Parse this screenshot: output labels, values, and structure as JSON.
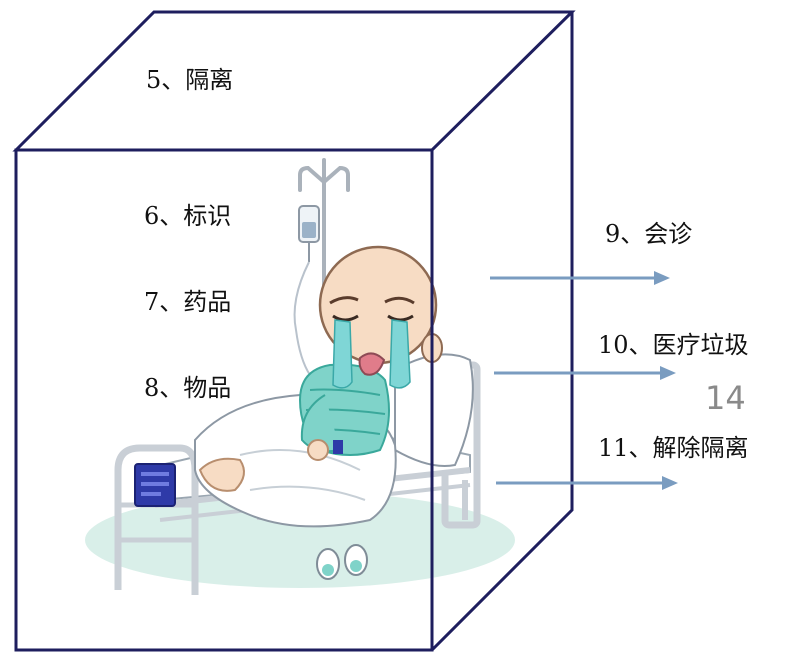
{
  "box_labels": {
    "isolation": "5、隔离",
    "marking": "6、标识",
    "medicine": "7、药品",
    "items": "8、物品"
  },
  "outside_labels": {
    "consultation": "9、会诊",
    "medical_waste": "10、医疗垃圾",
    "release_isolation": "11、解除隔离"
  },
  "page_number": "14",
  "colors": {
    "box_outline": "#1e1e5e",
    "arrow": "#7a9cc0",
    "gown": "#7fd3c9",
    "gown_stripe": "#3aa89b",
    "skin": "#f7dcc4",
    "bed_frame": "#c9cfd6",
    "floor_shadow": "#d9efe9",
    "tears": "#7fd6d6"
  }
}
